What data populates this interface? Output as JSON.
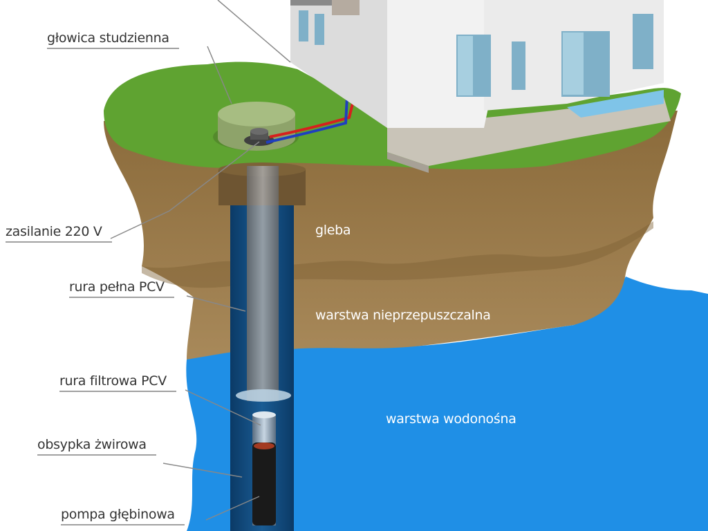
{
  "labels": {
    "wellhead": "głowica studzienna",
    "power": "zasilanie 220 V",
    "solid_pipe": "rura pełna PCV",
    "filter_pipe": "rura filtrowa PCV",
    "gravel": "obsypka żwirowa",
    "pump": "pompa głębinowa",
    "soil": "gleba",
    "impermeable": "warstwa nieprzepuszczalna",
    "aquifer": "warstwa wodonośna"
  },
  "colors": {
    "grass": "#5fa331",
    "soil": "#9b7a48",
    "water": "#1f8fe6",
    "house": "#f2f2f2",
    "pipe_hot": "#d6201e",
    "pipe_cold": "#1f3fbf"
  }
}
